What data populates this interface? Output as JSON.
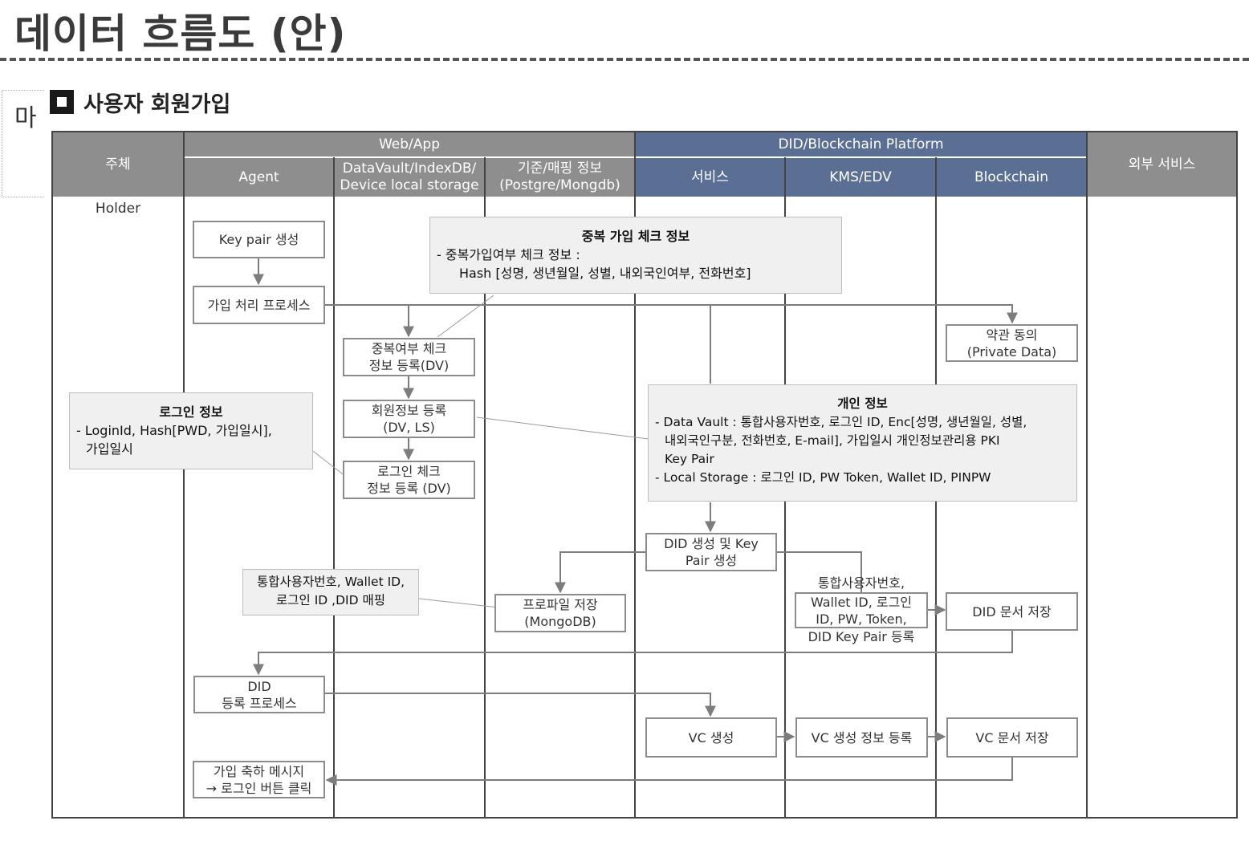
{
  "page": {
    "title": "데이터 흐름도 (안)"
  },
  "section": {
    "prefix": "마",
    "title": "사용자 회원가입"
  },
  "table": {
    "col_subject": "주체",
    "group_web": "Web/App",
    "group_did": "DID/Blockchain Platform",
    "col_external": "외부 서비스",
    "col_agent": "Agent",
    "col_datavault_1": "DataVault/IndexDB/",
    "col_datavault_2": "Device local storage",
    "col_mapping_1": "기준/매핑 정보",
    "col_mapping_2": "(Postgre/Mongdb)",
    "col_service": "서비스",
    "col_kms": "KMS/EDV",
    "col_blockchain": "Blockchain",
    "row_holder": "Holder"
  },
  "boxes": {
    "keypair": "Key pair 생성",
    "join_process": "가입 처리 프로세스",
    "dup_check_1": "중복여부 체크",
    "dup_check_2": "정보 등록(DV)",
    "member_reg_1": "회원정보 등록",
    "member_reg_2": "(DV, LS)",
    "login_check_1": "로그인 체크",
    "login_check_2": "정보 등록 (DV)",
    "terms_1": "약관 동의",
    "terms_2": "(Private Data)",
    "did_keypair_1": "DID 생성 및 Key",
    "did_keypair_2": "Pair 생성",
    "profile_1": "프로파일 저장",
    "profile_2": "(MongoDB)",
    "kms_reg_1": "Wallet ID, 로그인",
    "kms_reg_2": "ID, PW, Token,",
    "did_doc": "DID 문서 저장",
    "did_reg_1": "DID",
    "did_reg_2": "등록 프로세스",
    "vc_gen": "VC 생성",
    "vc_info": "VC 생성 정보 등록",
    "vc_doc": "VC 문서 저장",
    "welcome_1": "가입 축하 메시지",
    "welcome_2": "→ 로그인 버튼 클릭"
  },
  "labels": {
    "kms_above": "통합사용자번호,",
    "kms_below": "DID Key Pair 등록"
  },
  "notes": {
    "dup_title": "중복 가입 체크 정보",
    "dup_line1": "- 중복가입여부 체크 정보 :",
    "dup_line2": "Hash [성명, 생년월일, 성별, 내외국인여부, 전화번호]",
    "login_title": "로그인 정보",
    "login_line1": "- LoginId, Hash[PWD, 가입일시],",
    "login_line2": "가입일시",
    "personal_title": "개인 정보",
    "personal_line1": "- Data Vault : 통합사용자번호, 로그인 ID, Enc[성명, 생년월일, 성별,",
    "personal_line2": "내외국인구분, 전화번호, E-mail], 가입일시  개인정보관리용 PKI",
    "personal_line3": "Key Pair",
    "personal_line4": "- Local Storage : 로그인 ID, PW Token, Wallet ID, PINPW",
    "mapping_line1": "통합사용자번호, Wallet ID,",
    "mapping_line2": "로그인 ID ,DID 매핑"
  }
}
